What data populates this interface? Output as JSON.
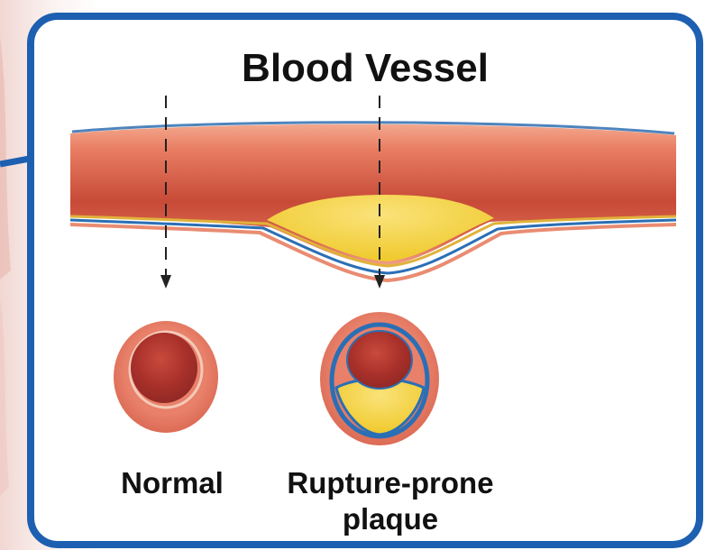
{
  "title": "Blood Vessel",
  "labels": {
    "normal": "Normal",
    "rupture": "Rupture-prone plaque"
  },
  "colors": {
    "frame": "#1d5fb0",
    "vessel_wall": "#e07a62",
    "vessel_inner": "#b4382f",
    "plaque": "#f3d23a",
    "plaque_outline": "#2a6fb5"
  }
}
